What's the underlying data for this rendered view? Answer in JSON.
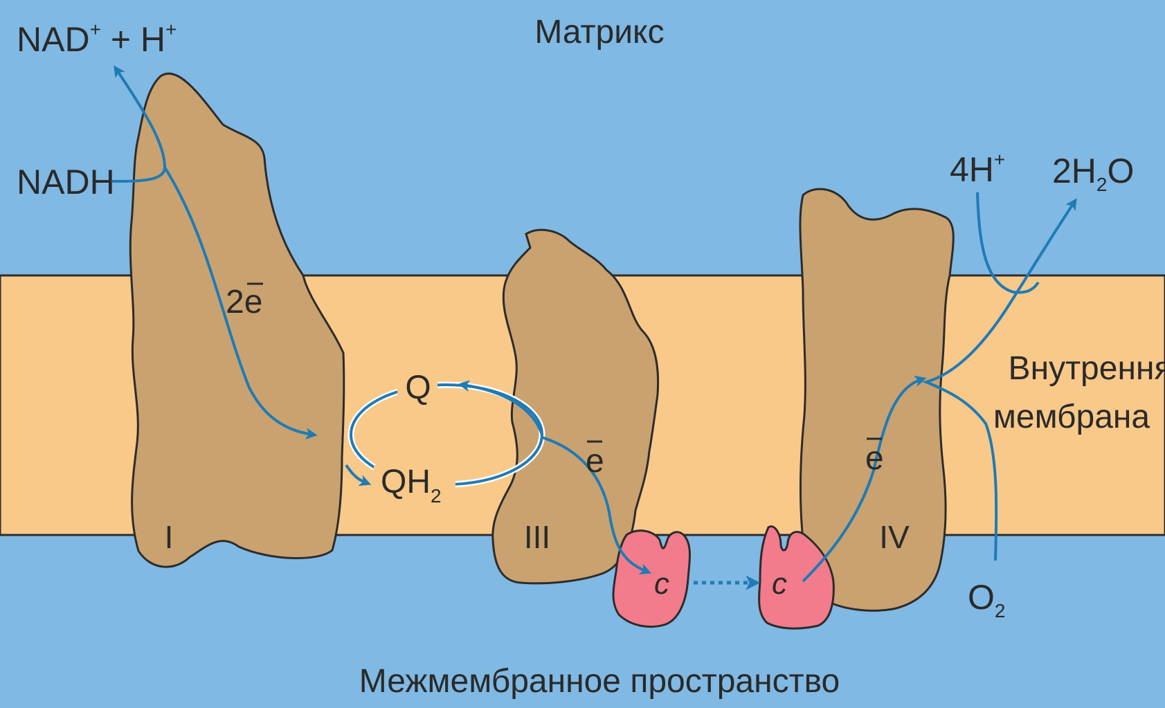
{
  "regions": {
    "matrix": "Матрикс",
    "intermembrane_space": "Межмембранное пространство",
    "inner_membrane_line1": "Внутренняя",
    "inner_membrane_line2": "мембрана"
  },
  "complexes": {
    "c1": "I",
    "c3": "III",
    "c4": "IV"
  },
  "cytochrome": {
    "left": "c",
    "right": "c"
  },
  "molecules": {
    "nadh": "NADH",
    "nad_base": "NAD",
    "nad_plus": "+",
    "nad_join": " + H",
    "h_plus": "+",
    "q": "Q",
    "qh2_base": "QH",
    "qh2_sub": "2",
    "o2_base": "O",
    "o2_sub": "2",
    "four_h_base": "4H",
    "four_h_plus": "+",
    "water_pre": "2H",
    "water_sub": "2",
    "water_post": "O"
  },
  "electrons": {
    "two_e": "2e",
    "e_iii": "e",
    "e_iv": "e"
  },
  "colors": {
    "compartment": "#80b9e3",
    "membrane": "#f9c98a",
    "protein": "#c9a270",
    "cytochrome": "#f27c8b",
    "arrow": "#1f7bb5",
    "outline": "#2c2c2c"
  }
}
